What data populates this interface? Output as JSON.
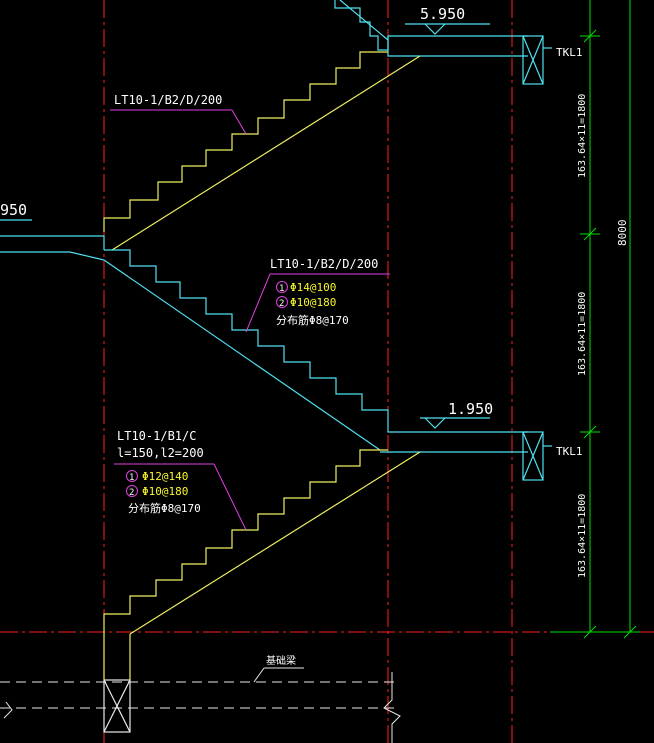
{
  "colors": {
    "background": "#000000",
    "axis_red": "#ff2020",
    "stair_cyan": "#4fe0f0",
    "stair_yellow": "#f0f060",
    "leader_magenta": "#e040e0",
    "dimension_green": "#00e000",
    "text_white": "#ffffff",
    "text_yellow": "#f8f830",
    "ground_white": "#e8e8e8"
  },
  "elevations": {
    "top": "5.950",
    "middle": "1.950",
    "left_partial": "950"
  },
  "beams": {
    "top_label": "TKL1",
    "bottom_label": "TKL1"
  },
  "annotations": {
    "flight_top": {
      "label": "LT10-1/B2/D/200"
    },
    "flight_middle": {
      "label": "LT10-1/B2/D/200",
      "bar1_num": "1",
      "bar1_spec": "Φ14@100",
      "bar2_num": "2",
      "bar2_spec": "Φ10@180",
      "distribution": "分布筋Φ8@170"
    },
    "flight_bottom": {
      "label": "LT10-1/B1/C",
      "lengths": "l=150,l2=200",
      "bar1_num": "1",
      "bar1_spec": "Φ12@140",
      "bar2_num": "2",
      "bar2_spec": "Φ10@180",
      "distribution": "分布筋Φ8@170"
    }
  },
  "dimensions": {
    "segment_top": "163.64×11=1800",
    "segment_middle": "163.64×11=1800",
    "segment_bottom": "163.64×11=1800",
    "total": "8000"
  },
  "ground": {
    "label": "基础梁"
  }
}
